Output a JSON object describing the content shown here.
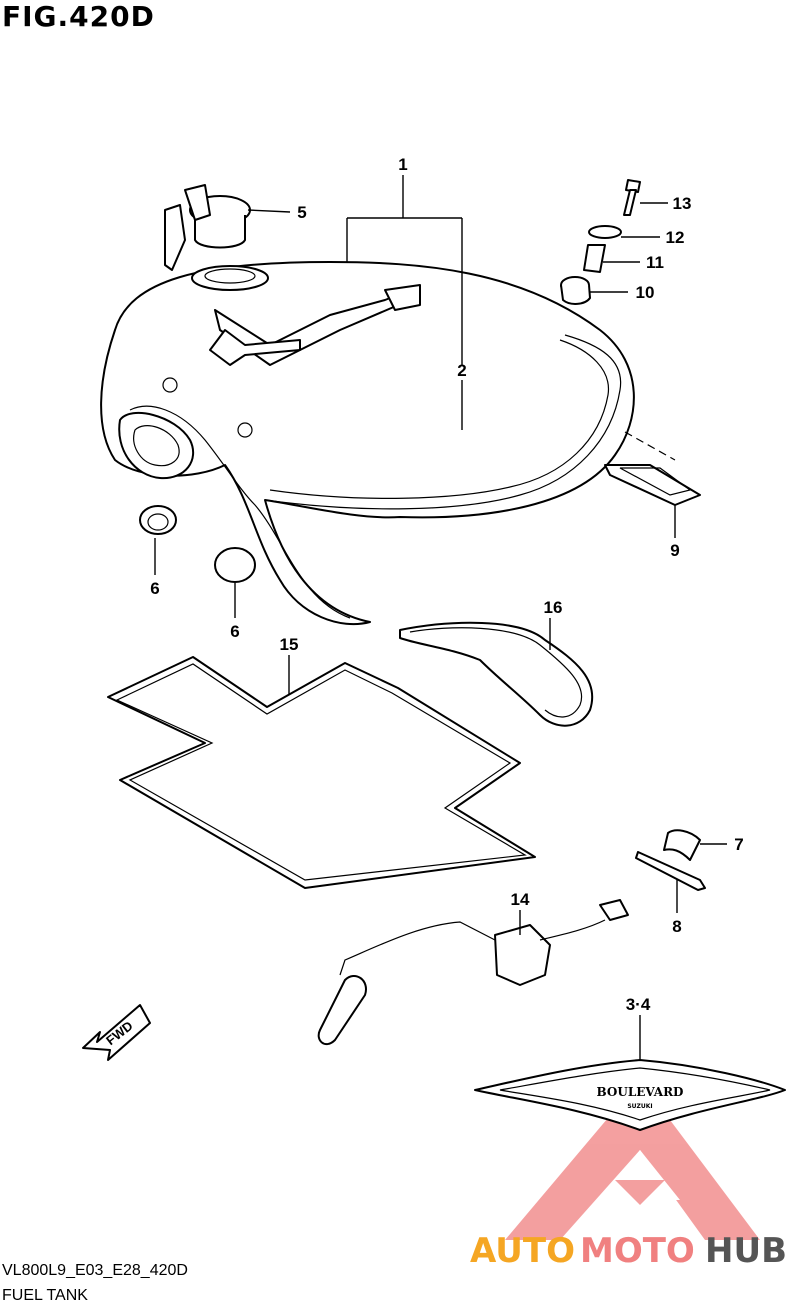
{
  "figure": {
    "title": "FIG.420D",
    "code": "VL800L9_E03_E28_420D",
    "name": "FUEL TANK"
  },
  "callouts": [
    {
      "id": "c1",
      "label": "1"
    },
    {
      "id": "c2",
      "label": "2"
    },
    {
      "id": "c34",
      "label": "3·4"
    },
    {
      "id": "c5",
      "label": "5"
    },
    {
      "id": "c6a",
      "label": "6"
    },
    {
      "id": "c6b",
      "label": "6"
    },
    {
      "id": "c7",
      "label": "7"
    },
    {
      "id": "c8",
      "label": "8"
    },
    {
      "id": "c9",
      "label": "9"
    },
    {
      "id": "c10",
      "label": "10"
    },
    {
      "id": "c11",
      "label": "11"
    },
    {
      "id": "c12",
      "label": "12"
    },
    {
      "id": "c13",
      "label": "13"
    },
    {
      "id": "c14",
      "label": "14"
    },
    {
      "id": "c15",
      "label": "15"
    },
    {
      "id": "c16",
      "label": "16"
    }
  ],
  "fwd_arrow": {
    "label": "FWD"
  },
  "emblem": {
    "text": "BOULEVARD",
    "subtext": "SUZUKI"
  },
  "watermark": {
    "parts": [
      "AUTO",
      "MOTO",
      "HUB"
    ],
    "colors": {
      "auto": "#f5a623",
      "moto": "#f08080",
      "hub": "#555555",
      "logo": "#f08080"
    }
  }
}
